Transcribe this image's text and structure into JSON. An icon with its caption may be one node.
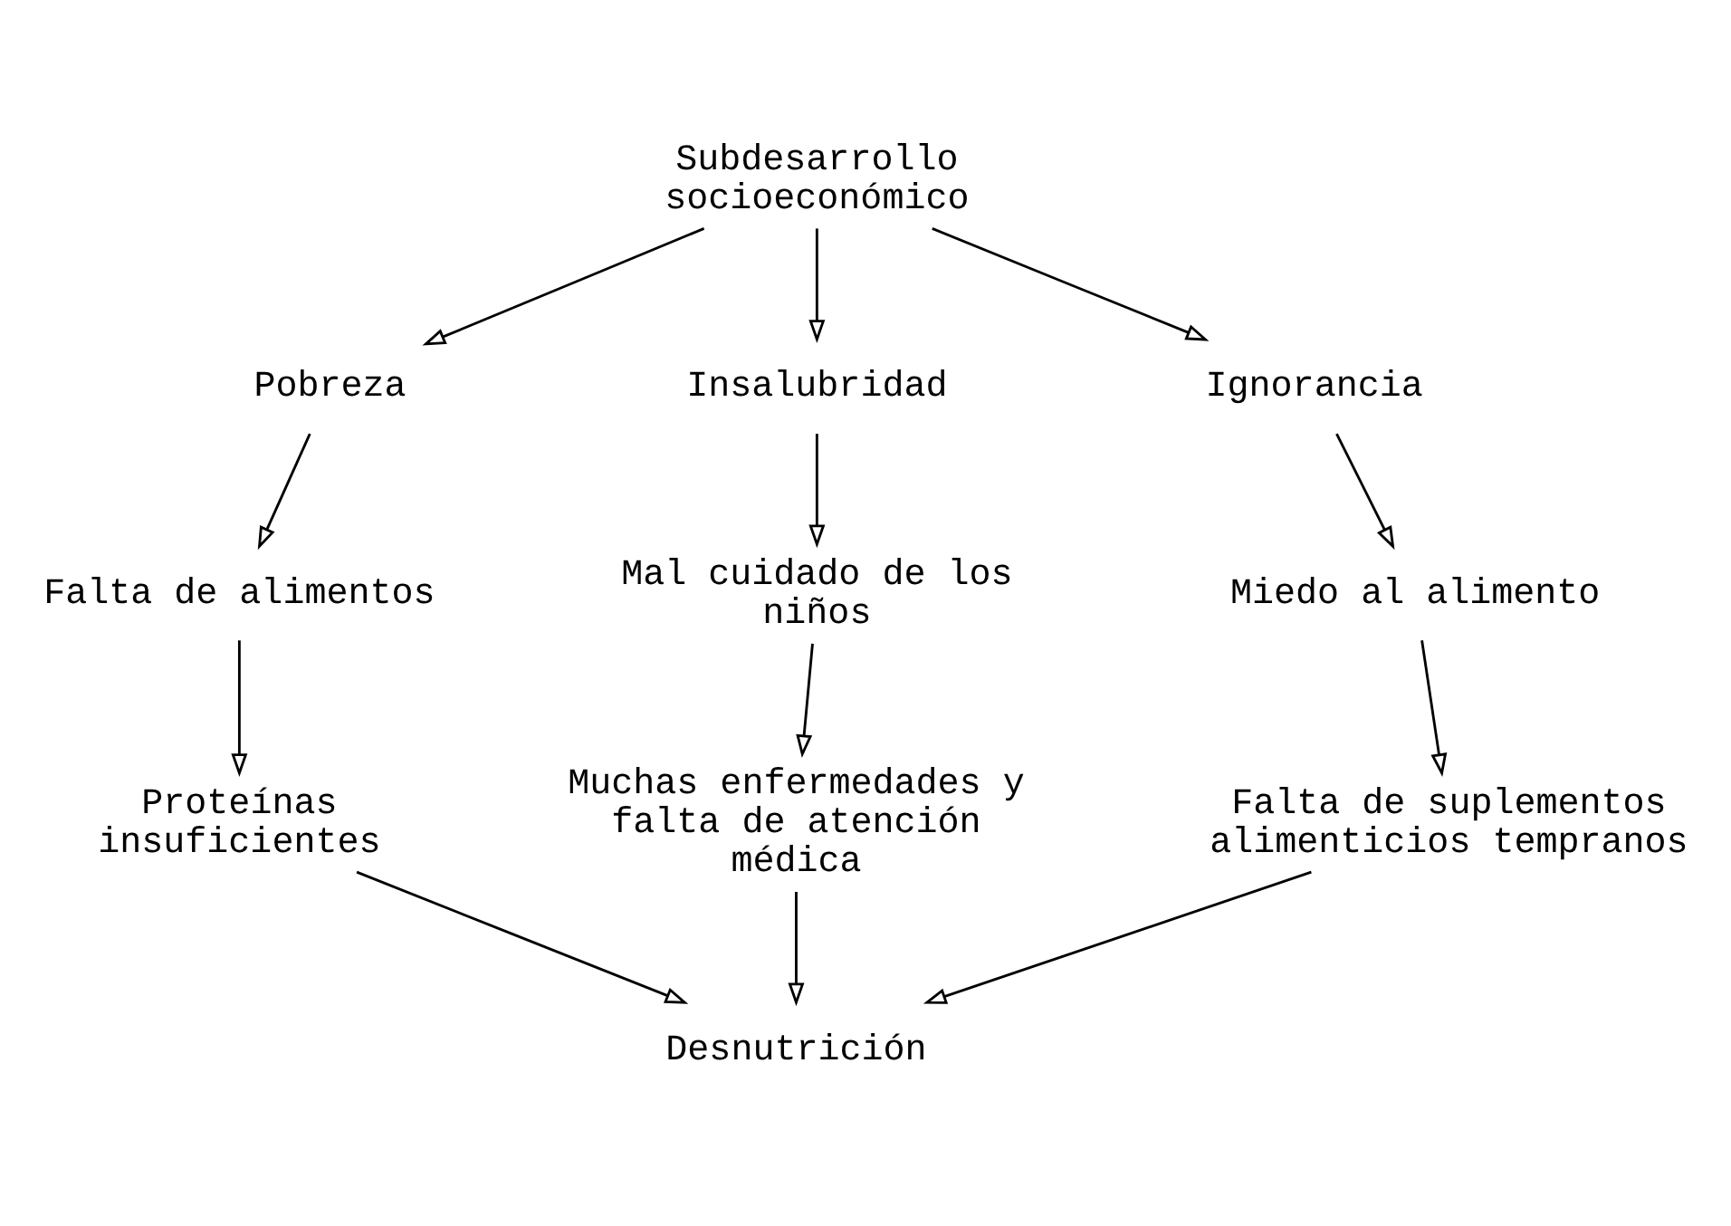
{
  "diagram": {
    "nodes": [
      {
        "text": [
          "Subdesarrollo socioeconómico"
        ]
      },
      {
        "text": [
          "Pobreza"
        ]
      },
      {
        "text": [
          "Insalubridad"
        ]
      },
      {
        "text": [
          "Ignorancia"
        ]
      },
      {
        "text": [
          "Falta de alimentos"
        ]
      },
      {
        "text": [
          "Mal cuidado de los niños"
        ]
      },
      {
        "text": [
          "Miedo al alimento"
        ]
      },
      {
        "text": [
          "Proteínas insuficientes"
        ]
      },
      {
        "text": [
          "Muchas enfermedades y falta de atención médica"
        ]
      },
      {
        "text": [
          "Falta de suplementos alimenticios tempranos"
        ]
      },
      {
        "text": [
          "Desnutrición"
        ]
      }
    ],
    "edges": [
      {
        "from": 0,
        "to": 1,
        "arrow": "to"
      },
      {
        "from": 0,
        "to": 2,
        "arrow": "to"
      },
      {
        "from": 0,
        "to": 3,
        "arrow": "to"
      },
      {
        "from": 1,
        "to": 4,
        "arrow": "to"
      },
      {
        "from": 2,
        "to": 5,
        "arrow": "to"
      },
      {
        "from": 3,
        "to": 6,
        "arrow": "to"
      },
      {
        "from": 4,
        "to": 7,
        "arrow": "to"
      },
      {
        "from": 5,
        "to": 8,
        "arrow": "to"
      },
      {
        "from": 6,
        "to": 9,
        "arrow": "to"
      },
      {
        "from": 7,
        "to": 10,
        "arrow": "to"
      },
      {
        "from": 8,
        "to": 10,
        "arrow": "to"
      },
      {
        "from": 9,
        "to": 10,
        "arrow": "to"
      }
    ]
  }
}
